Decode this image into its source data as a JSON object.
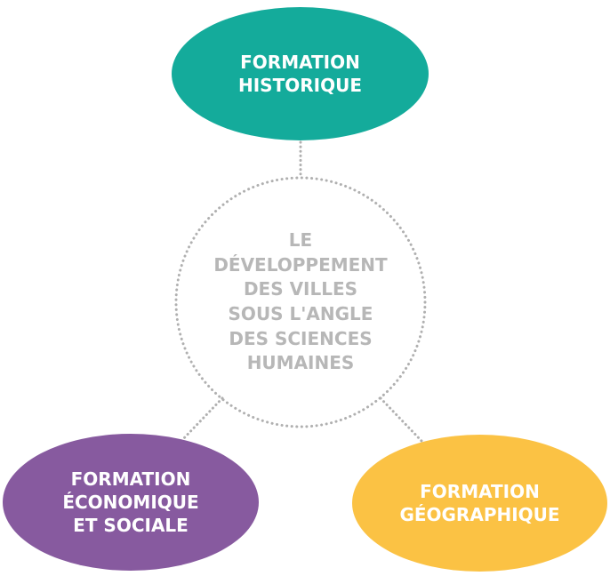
{
  "colors": {
    "historique": "#14ab9b",
    "economique": "#875a9f",
    "geographique": "#fbc244",
    "center_text": "#b7b7b7",
    "connector": "#b0b0b0"
  },
  "center": {
    "lines": [
      "LE",
      "DÉVELOPPEMENT",
      "DES VILLES",
      "SOUS L'ANGLE",
      "DES SCIENCES",
      "HUMAINES"
    ]
  },
  "nodes": {
    "historique": {
      "lines": [
        "FORMATION",
        "HISTORIQUE"
      ]
    },
    "economique": {
      "lines": [
        "FORMATION",
        "ÉCONOMIQUE",
        "ET SOCIALE"
      ]
    },
    "geographique": {
      "lines": [
        "FORMATION",
        "GÉOGRAPHIQUE"
      ]
    }
  }
}
